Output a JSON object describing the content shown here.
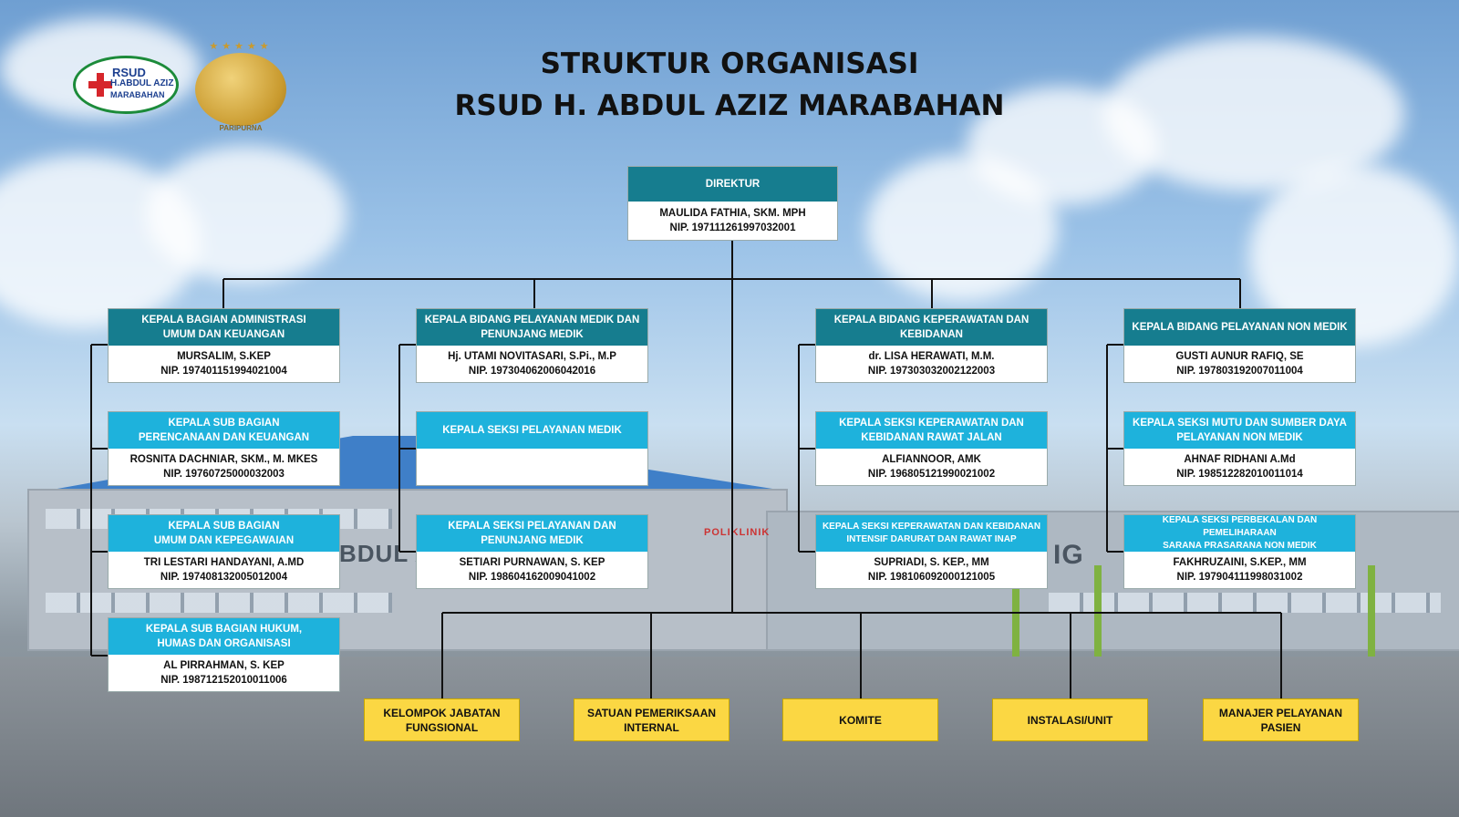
{
  "title": {
    "line1": "STRUKTUR ORGANISASI",
    "line2": "RSUD H. ABDUL AZIZ MARABAHAN"
  },
  "logos": {
    "hospital": {
      "line1": "RSUD",
      "line2": "H.ABDUL AZIZ",
      "line3": "MARABAHAN"
    },
    "accreditation": {
      "caption": "PARIPURNA",
      "stars": "★★★★★"
    }
  },
  "background": {
    "sign_left": "BDUL AZIZ",
    "sign_right": "IG",
    "sign_center": "POLIKLINIK"
  },
  "direktur": {
    "title": "DIREKTUR",
    "name": "MAULIDA FATHIA, SKM. MPH",
    "nip": "NIP. 197111261997032001"
  },
  "columns": [
    {
      "head": {
        "title": "KEPALA BAGIAN ADMINISTRASI\nUMUM DAN KEUANGAN",
        "name": "MURSALIM, S.KEP",
        "nip": "NIP. 197401151994021004"
      },
      "subs": [
        {
          "title": "KEPALA SUB BAGIAN\nPERENCANAAN DAN KEUANGAN",
          "name": "ROSNITA DACHNIAR, SKM., M. MKES",
          "nip": "NIP. 19760725000032003"
        },
        {
          "title": "KEPALA SUB BAGIAN\nUMUM DAN KEPEGAWAIAN",
          "name": "TRI LESTARI HANDAYANI, A.MD",
          "nip": "NIP. 197408132005012004"
        },
        {
          "title": "KEPALA SUB BAGIAN HUKUM,\nHUMAS DAN ORGANISASI",
          "name": "AL PIRRAHMAN, S. KEP",
          "nip": "NIP. 198712152010011006"
        }
      ]
    },
    {
      "head": {
        "title": "KEPALA BIDANG PELAYANAN MEDIK DAN\nPENUNJANG MEDIK",
        "name": "Hj. UTAMI NOVITASARI, S.Pi., M.P",
        "nip": "NIP. 197304062006042016"
      },
      "subs": [
        {
          "title": "KEPALA SEKSI PELAYANAN MEDIK",
          "name": "",
          "nip": ""
        },
        {
          "title": "KEPALA SEKSI PELAYANAN DAN\nPENUNJANG MEDIK",
          "name": "SETIARI PURNAWAN, S. KEP",
          "nip": "NIP. 198604162009041002"
        }
      ]
    },
    {
      "head": {
        "title": "KEPALA BIDANG KEPERAWATAN DAN\nKEBIDANAN",
        "name": "dr. LISA HERAWATI, M.M.",
        "nip": "NIP. 197303032002122003"
      },
      "subs": [
        {
          "title": "KEPALA SEKSI KEPERAWATAN DAN\nKEBIDANAN RAWAT JALAN",
          "name": "ALFIANNOOR, AMK",
          "nip": "NIP. 196805121990021002"
        },
        {
          "title": "KEPALA SEKSI KEPERAWATAN DAN KEBIDANAN\nINTENSIF DARURAT DAN RAWAT INAP",
          "name": "SUPRIADI, S. KEP., MM",
          "nip": "NIP. 198106092000121005"
        }
      ]
    },
    {
      "head": {
        "title": "KEPALA BIDANG PELAYANAN NON MEDIK",
        "name": "GUSTI AUNUR RAFIQ, SE",
        "nip": "NIP. 197803192007011004"
      },
      "subs": [
        {
          "title": "KEPALA SEKSI MUTU DAN SUMBER DAYA\nPELAYANAN NON MEDIK",
          "name": "AHNAF RIDHANI A.Md",
          "nip": "NIP. 198512282010011014"
        },
        {
          "title": "KEPALA SEKSI PERBEKALAN DAN PEMELIHARAAN\nSARANA PRASARANA NON MEDIK",
          "name": "FAKHRUZAINI, S.KEP., MM",
          "nip": "NIP. 197904111998031002"
        }
      ]
    }
  ],
  "bottom_units": [
    "KELOMPOK JABATAN\nFUNGSIONAL",
    "SATUAN PEMERIKSAAN\nINTERNAL",
    "KOMITE",
    "INSTALASI/UNIT",
    "MANAJER PELAYANAN\nPASIEN"
  ],
  "colors": {
    "dark_header": "#167d8f",
    "light_header": "#1eb2dc",
    "unit_box": "#fbd743",
    "connector": "#111111"
  }
}
